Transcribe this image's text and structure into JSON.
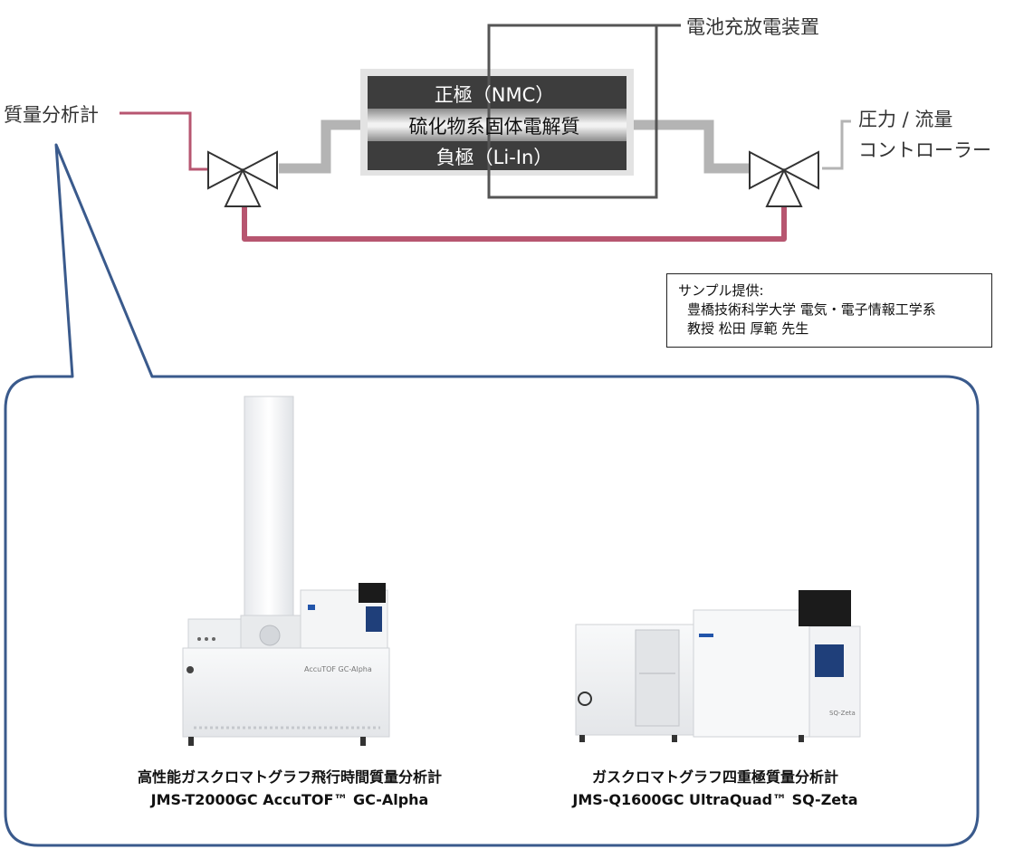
{
  "labels": {
    "charger": "電池充放電装置",
    "mass_spec": "質量分析計",
    "pressure_line1": "圧力 / 流量",
    "pressure_line2": "コントローラー"
  },
  "cell": {
    "cathode": "正極（NMC）",
    "electrolyte": "硫化物系固体電解質",
    "anode": "負極（Li-In）"
  },
  "sample_note": {
    "line1": "サンプル提供:",
    "line2": "豊橋技術科学大学 電気・電子情報工学系",
    "line3": "教授 松田 厚範 先生"
  },
  "instruments": [
    {
      "name": "高性能ガスクロマトグラフ飛行時間質量分析計",
      "model": "JMS-T2000GC AccuTOF™ GC-Alpha",
      "panel_text": "AccuTOF GC-Alpha"
    },
    {
      "name": "ガスクロマトグラフ四重極質量分析計",
      "model": "JMS-Q1600GC UltraQuad™ SQ-Zeta",
      "panel_text": "SQ-Zeta"
    }
  ],
  "colors": {
    "callout_border": "#3a5a8c",
    "ms_line": "#b75670",
    "gray_pipe": "#b4b4b4",
    "charger_wire": "#555555",
    "cell_layer": "#3d3d3d"
  }
}
